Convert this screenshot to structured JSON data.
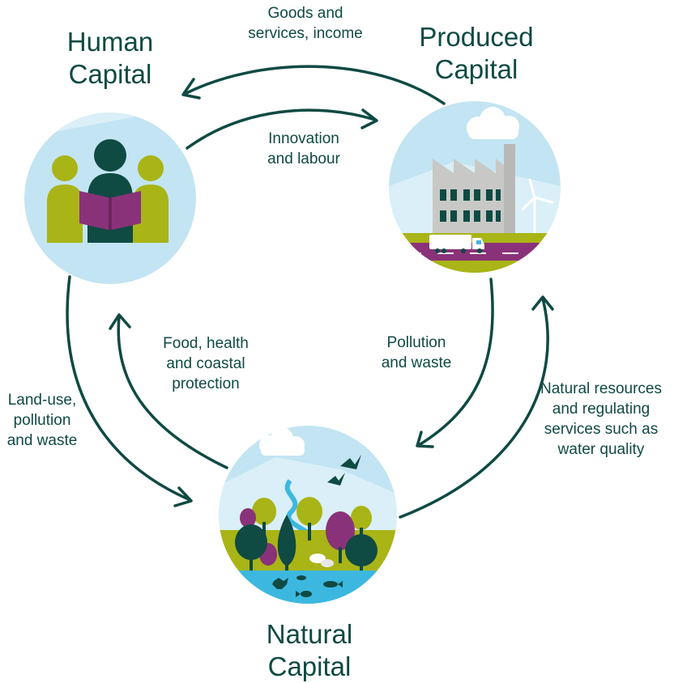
{
  "nodes": {
    "human": {
      "title": "Human\nCapital"
    },
    "produced": {
      "title": "Produced\nCapital"
    },
    "natural": {
      "title": "Natural\nCapital"
    }
  },
  "flows": {
    "produced_to_human": "Goods and\nservices, income",
    "human_to_produced": "Innovation\nand labour",
    "produced_to_natural": "Pollution\nand waste",
    "natural_to_produced": "Natural resources\nand regulating\nservices such as\nwater quality",
    "natural_to_human": "Food, health\nand coastal\nprotection",
    "human_to_natural": "Land-use,\npollution\nand waste"
  },
  "colors": {
    "text_and_arrows": "#0f4a43",
    "sky": "#c3e4f2",
    "sky_light": "#daeff8",
    "olive": "#a9b416",
    "purple": "#8a3279",
    "dark_green": "#0f4a43",
    "water": "#3cb8e0",
    "building": "#c8c9c7"
  }
}
